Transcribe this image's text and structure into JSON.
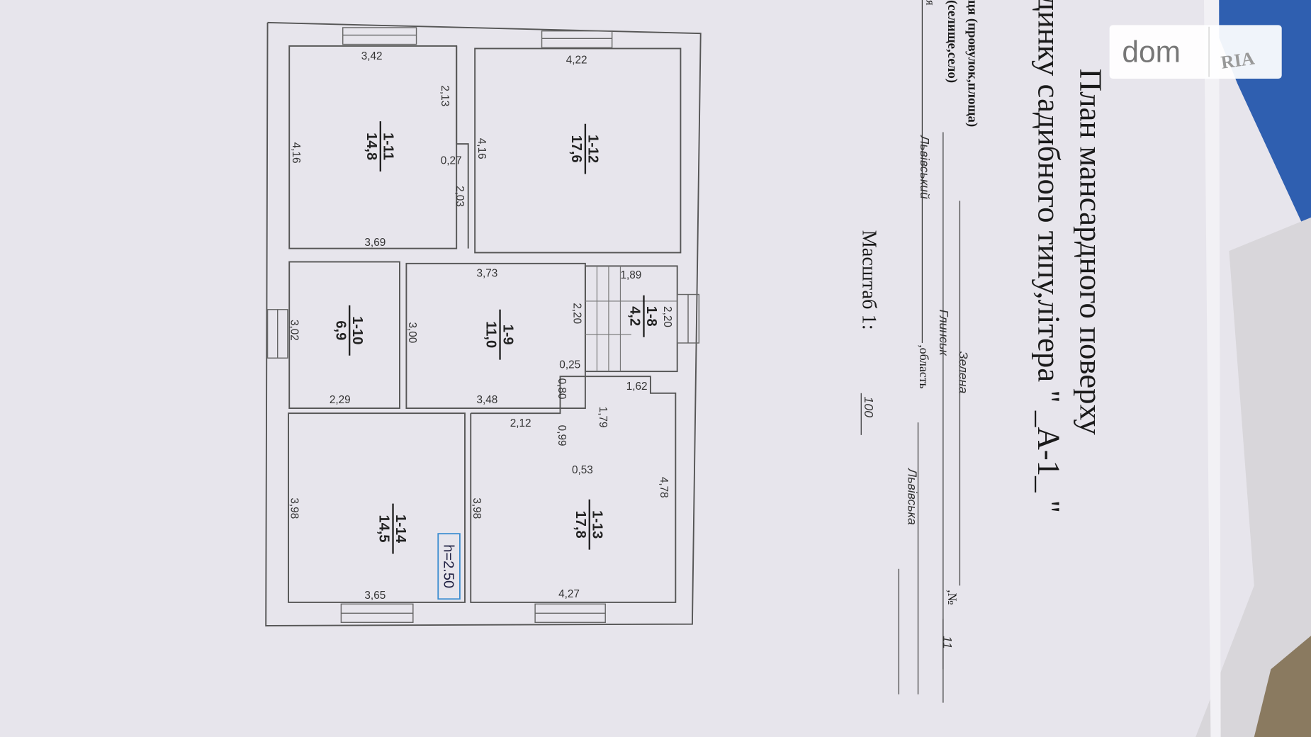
{
  "title": {
    "line1": "План мансардного поверху",
    "line2": "динку садибного типу,літера \" _А-1_ \""
  },
  "address": {
    "street_label": "ця (провулок,площа)",
    "street_value": "Зелена",
    "number_label": ",№",
    "number_value": "11",
    "village_label": "(селище,село)",
    "village_value": "Глинськ",
    "district_label": "я",
    "district_value": "Львівський",
    "region_label": ",область",
    "region_value": "Львівська"
  },
  "scale": {
    "label": "Масштаб 1:",
    "value": "100"
  },
  "watermark": {
    "brand": "dom",
    "partner": "RIA"
  },
  "rooms": [
    {
      "id": "1-11",
      "area": "14,8"
    },
    {
      "id": "1-12",
      "area": "17,6"
    },
    {
      "id": "1-10",
      "area": "6,9"
    },
    {
      "id": "1-9",
      "area": "11,0"
    },
    {
      "id": "1-8",
      "area": "4,2"
    },
    {
      "id": "1-14",
      "area": "14,5"
    },
    {
      "id": "1-13",
      "area": "17,8"
    }
  ],
  "ceiling_height": "h=2.50",
  "dimensions": [
    "3,42",
    "4,22",
    "3,69",
    "3,73",
    "1,89",
    "0,27",
    "0,25",
    "1,62",
    "3,48",
    "2,29",
    "2,12",
    "0,53",
    "3,65",
    "4,27",
    "2,13",
    "4,16",
    "4,16",
    "2,03",
    "2,20",
    "2,20",
    "3,02",
    "3,00",
    "0,80",
    "0,99",
    "1,79",
    "4,78",
    "3,98",
    "3,98"
  ]
}
